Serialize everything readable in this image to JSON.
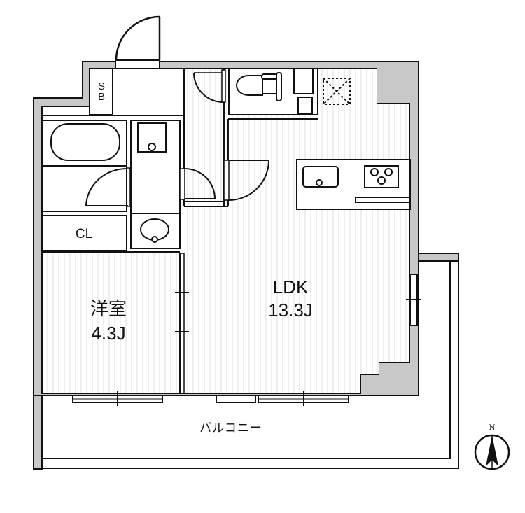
{
  "floorplan": {
    "rooms": {
      "western_room": {
        "name": "洋室",
        "size": "4.3J"
      },
      "ldk": {
        "name": "LDK",
        "size": "13.3J"
      },
      "closet": {
        "name": "CL"
      },
      "shoe_box": {
        "line1": "S",
        "line2": "B"
      },
      "balcony": {
        "name": "バルコニー"
      }
    },
    "compass": {
      "label": "N"
    },
    "colors": {
      "wall_fill": "#c8c8c8",
      "line": "#111111",
      "floor_stripe": "#e6e6e6",
      "background": "#ffffff"
    }
  }
}
